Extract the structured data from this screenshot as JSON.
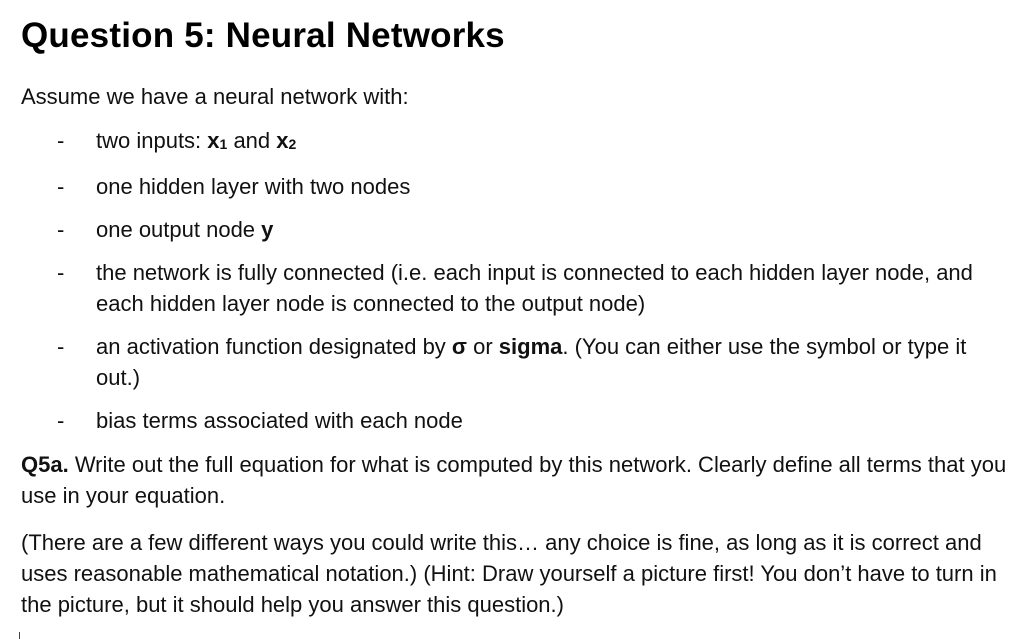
{
  "title": "Question 5: Neural Networks",
  "intro": "Assume we have a neural network with:",
  "bullet_marker": "-",
  "bullets": {
    "inputs": {
      "text": "two inputs:  ",
      "x1": "x",
      "x1_sub": "1",
      "and": " and ",
      "x2": "x",
      "x2_sub": "2"
    },
    "hidden": {
      "text": "one hidden layer with two nodes"
    },
    "output": {
      "text": "one output node ",
      "bold": "y"
    },
    "connected": {
      "text": "the network is fully connected (i.e. each input is connected to each hidden layer node, and each hidden layer node is connected to the output node)"
    },
    "activation": {
      "text_before": "an activation function designated by ",
      "sigma_symbol": "σ",
      "or": " or ",
      "sigma_word": "sigma",
      "text_after": ".  (You can either use the symbol or type it out.)"
    },
    "bias": {
      "text": "bias terms associated with each node"
    }
  },
  "q5a": {
    "label": "Q5a.",
    "text": " Write out the full equation for what is computed by this network.  Clearly define all terms that you use in your equation."
  },
  "hint": "(There are a few different ways you could write this… any choice is fine, as long as it is correct and uses reasonable mathematical notation.)  (Hint: Draw yourself a picture first!  You don’t have to turn in the picture, but it should help you answer this question.)"
}
